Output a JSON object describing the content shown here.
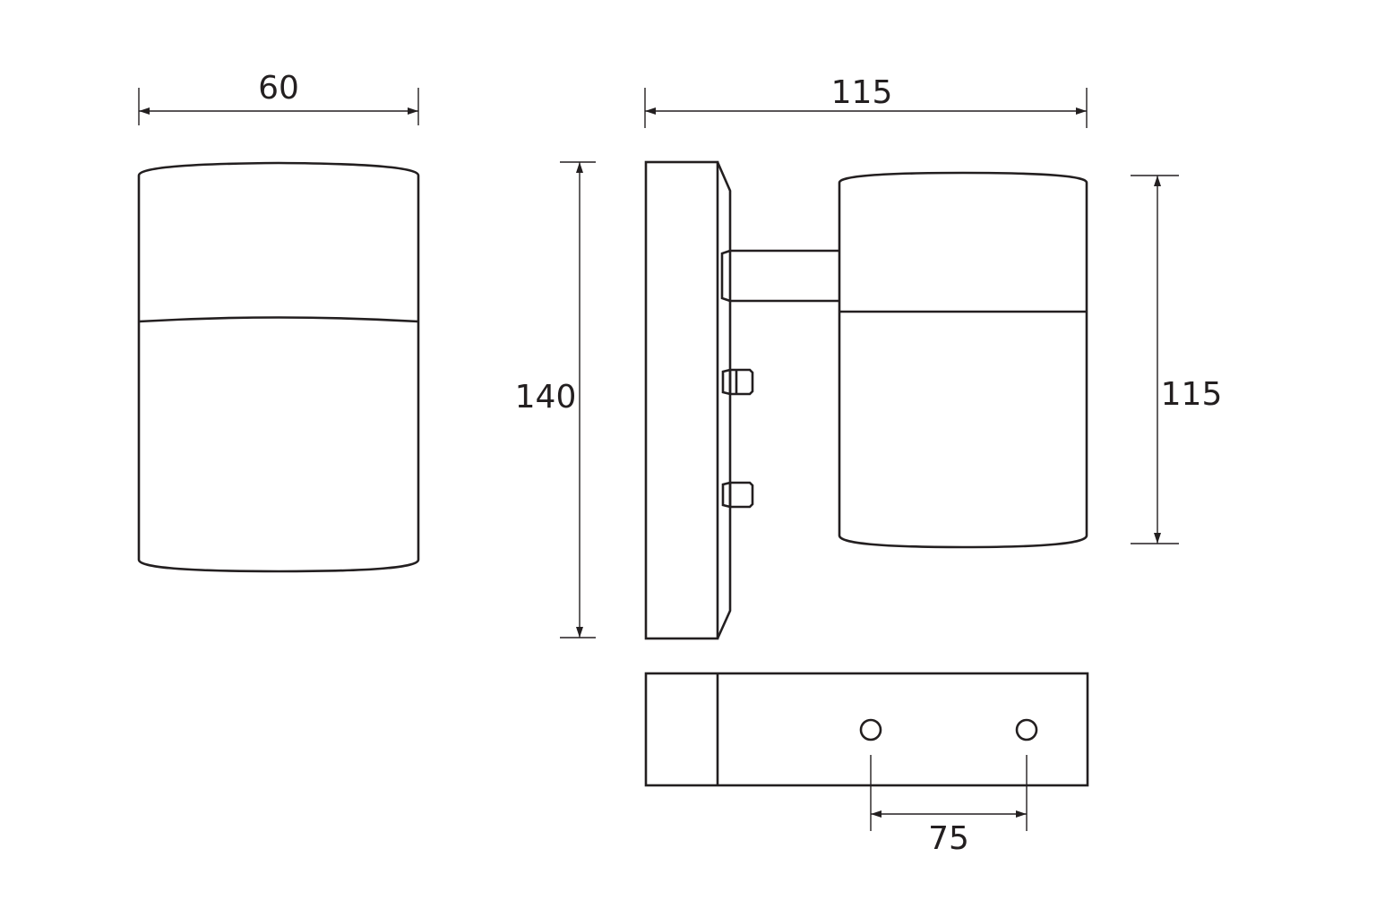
{
  "dimensions": {
    "front_width": "60",
    "side_depth": "115",
    "mount_height": "140",
    "head_height": "115",
    "hole_spacing": "75"
  },
  "colors": {
    "line": "#231f20",
    "background": "#ffffff"
  }
}
